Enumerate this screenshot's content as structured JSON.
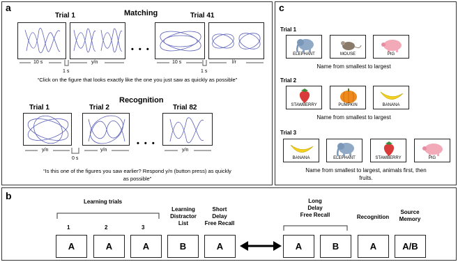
{
  "panel_a": {
    "label": "a",
    "matching": {
      "title": "Matching",
      "trial_1": "Trial 1",
      "trial_41": "Trial 41",
      "t_10s_1": "10 s",
      "t_yn": "y/n",
      "t_10s_2": "10 s",
      "t_lr": "l/r",
      "delay_1": "1 s",
      "delay_2": "1 s",
      "instruction": "“Click on the figure that looks  exactly like the one you just saw as quickly as possible”"
    },
    "recognition": {
      "title": "Recognition",
      "trial_1": "Trial 1",
      "trial_2": "Trial 2",
      "trial_82": "Trial 82",
      "t_yn_1": "y/n",
      "t_yn_2": "y/n",
      "t_yn_3": "y/n",
      "delay": "0 s",
      "instruction_1": "“Is this one of the figures you saw earlier? Respond y/n (button press) as quickly",
      "instruction_2": "as possible”"
    },
    "ellipsis": "• • •"
  },
  "panel_b": {
    "label": "b",
    "learning_trials": "Learning trials",
    "numbers": [
      "1",
      "2",
      "3"
    ],
    "distractor_1": "Learning",
    "distractor_2": "Distractor",
    "distractor_3": "List",
    "short_1": "Short",
    "short_2": "Delay",
    "short_3": "Free Recall",
    "long_1": "Long",
    "long_2": "Delay",
    "long_3": "Free Recall",
    "recognition": "Recognition",
    "source_1": "Source",
    "source_2": "Memory",
    "boxes": [
      "A",
      "A",
      "A",
      "B",
      "A",
      "A",
      "B",
      "A",
      "A/B"
    ]
  },
  "panel_c": {
    "label": "c",
    "trial_1": {
      "title": "Trial 1",
      "items": [
        "ELEPHANT",
        "MOUSE",
        "PIG"
      ],
      "caption": "Name from smallest to largest"
    },
    "trial_2": {
      "title": "Trial 2",
      "items": [
        "STAWBERRY",
        "PUMPKIN",
        "BANANA"
      ],
      "caption": "Name from smallest to largest"
    },
    "trial_3": {
      "title": "Trial 3",
      "items": [
        "BANANA",
        "ELEPHANT",
        "STAWBERRY",
        "PIG"
      ],
      "caption_1": "Name from smallest to largest, animals first, then",
      "caption_2": "fruits."
    }
  },
  "colors": {
    "figure_stroke": "#5a5fb8",
    "border": "#333333"
  }
}
